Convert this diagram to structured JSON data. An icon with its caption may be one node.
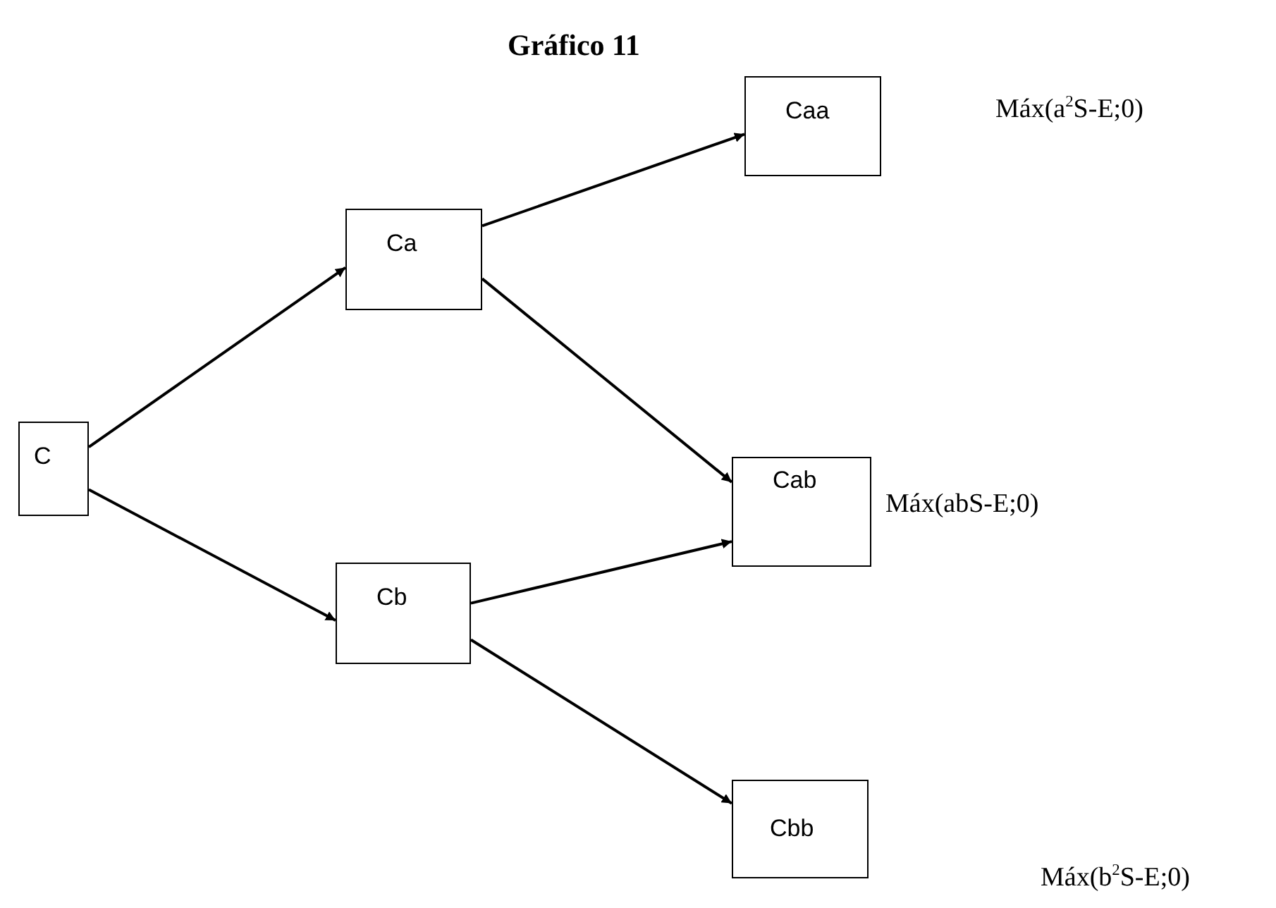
{
  "diagram": {
    "title": "Gráfico 11",
    "nodes": [
      {
        "text": [
          "C"
        ]
      },
      {
        "text": [
          "Ca"
        ]
      },
      {
        "text": [
          "Cb"
        ]
      },
      {
        "text": [
          "Caa"
        ]
      },
      {
        "text": [
          "Cab"
        ],
        "beside": [
          "Máx(abS-E;0)"
        ]
      },
      {
        "text": [
          "Cbb"
        ]
      }
    ],
    "edges": [
      {
        "from": 0,
        "to": 1,
        "arrow": "to"
      },
      {
        "from": 0,
        "to": 2,
        "arrow": "to"
      },
      {
        "from": 1,
        "to": 3,
        "arrow": "to"
      },
      {
        "from": 1,
        "to": 4,
        "arrow": "to"
      },
      {
        "from": 2,
        "to": 4,
        "arrow": "to"
      },
      {
        "from": 2,
        "to": 5,
        "arrow": "to"
      }
    ],
    "labels": [
      "Máx(a$^{2}$S-E;0)",
      "Máx(b$^{2}$S-E;0)"
    ]
  }
}
